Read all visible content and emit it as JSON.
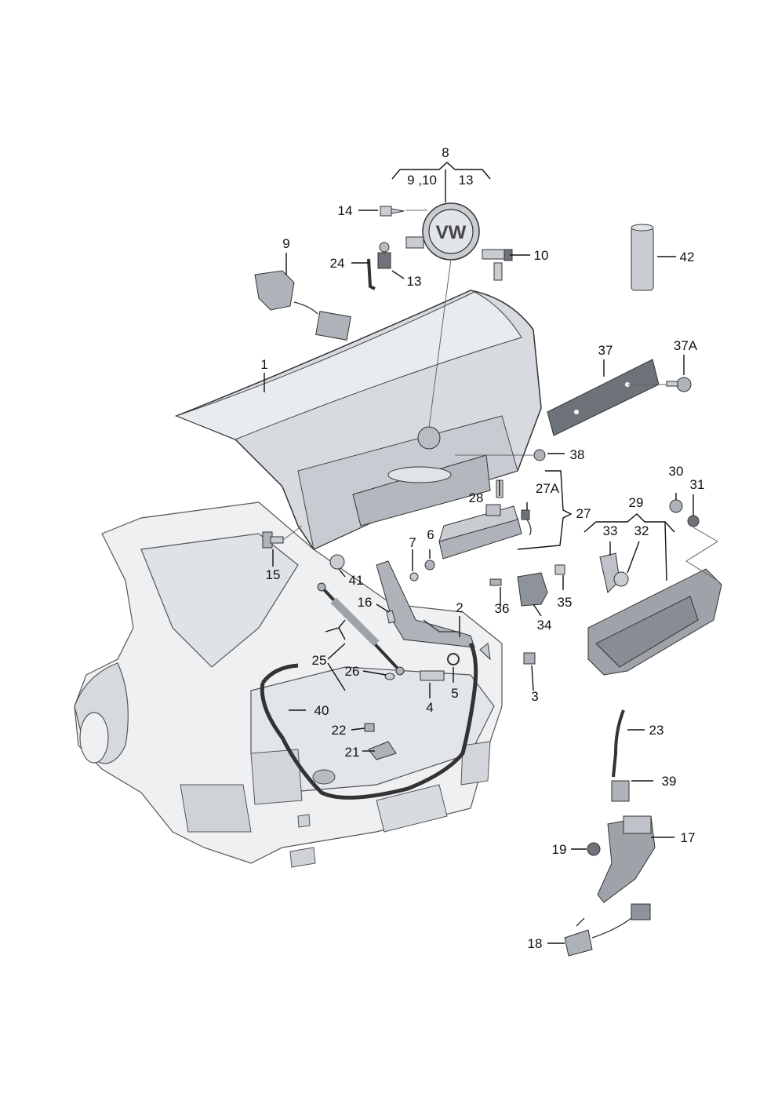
{
  "diagram": {
    "labels": {
      "l1": "1",
      "l2": "2",
      "l3": "3",
      "l4": "4",
      "l5": "5",
      "l6": "6",
      "l7": "7",
      "l8": "8",
      "l9": "9",
      "l9_10": "9 ,10",
      "l10": "10",
      "l13top": "13",
      "l13": "13",
      "l14": "14",
      "l15": "15",
      "l16": "16",
      "l17": "17",
      "l18": "18",
      "l19": "19",
      "l21": "21",
      "l22": "22",
      "l23": "23",
      "l24": "24",
      "l25": "25",
      "l26": "26",
      "l27": "27",
      "l27A": "27A",
      "l28": "28",
      "l29": "29",
      "l30": "30",
      "l31": "31",
      "l32": "32",
      "l33": "33",
      "l34": "34",
      "l35": "35",
      "l36": "36",
      "l37": "37",
      "l37A": "37A",
      "l38": "38",
      "l39": "39",
      "l40": "40",
      "l41": "41",
      "l42": "42"
    },
    "emblem_text": "VW",
    "colors": {
      "part_fill": "#c9cdd2",
      "outline": "#333333"
    }
  }
}
